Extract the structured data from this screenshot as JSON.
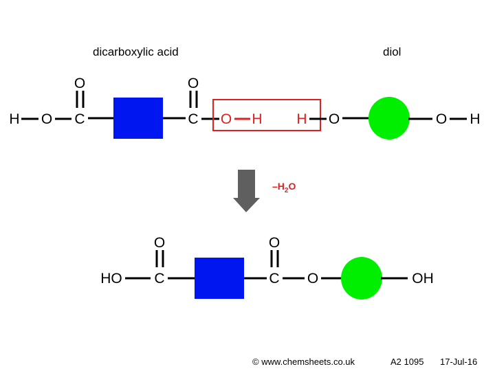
{
  "labels": {
    "acid": "dicarboxylic acid",
    "diol": "diol",
    "water_loss_prefix": "–H",
    "water_loss_sub": "2",
    "water_loss_suffix": "O"
  },
  "atoms": {
    "H": "H",
    "O": "O",
    "C": "C",
    "HO": "HO",
    "OH": "OH"
  },
  "footer": {
    "copyright": "© www.chemsheets.co.uk",
    "code": "A2 1095",
    "date": "17-Jul-16"
  },
  "colors": {
    "square": "#0016f0",
    "circle": "#00ef00",
    "highlight": "#e02020",
    "arrow": "#5f5f5f"
  }
}
